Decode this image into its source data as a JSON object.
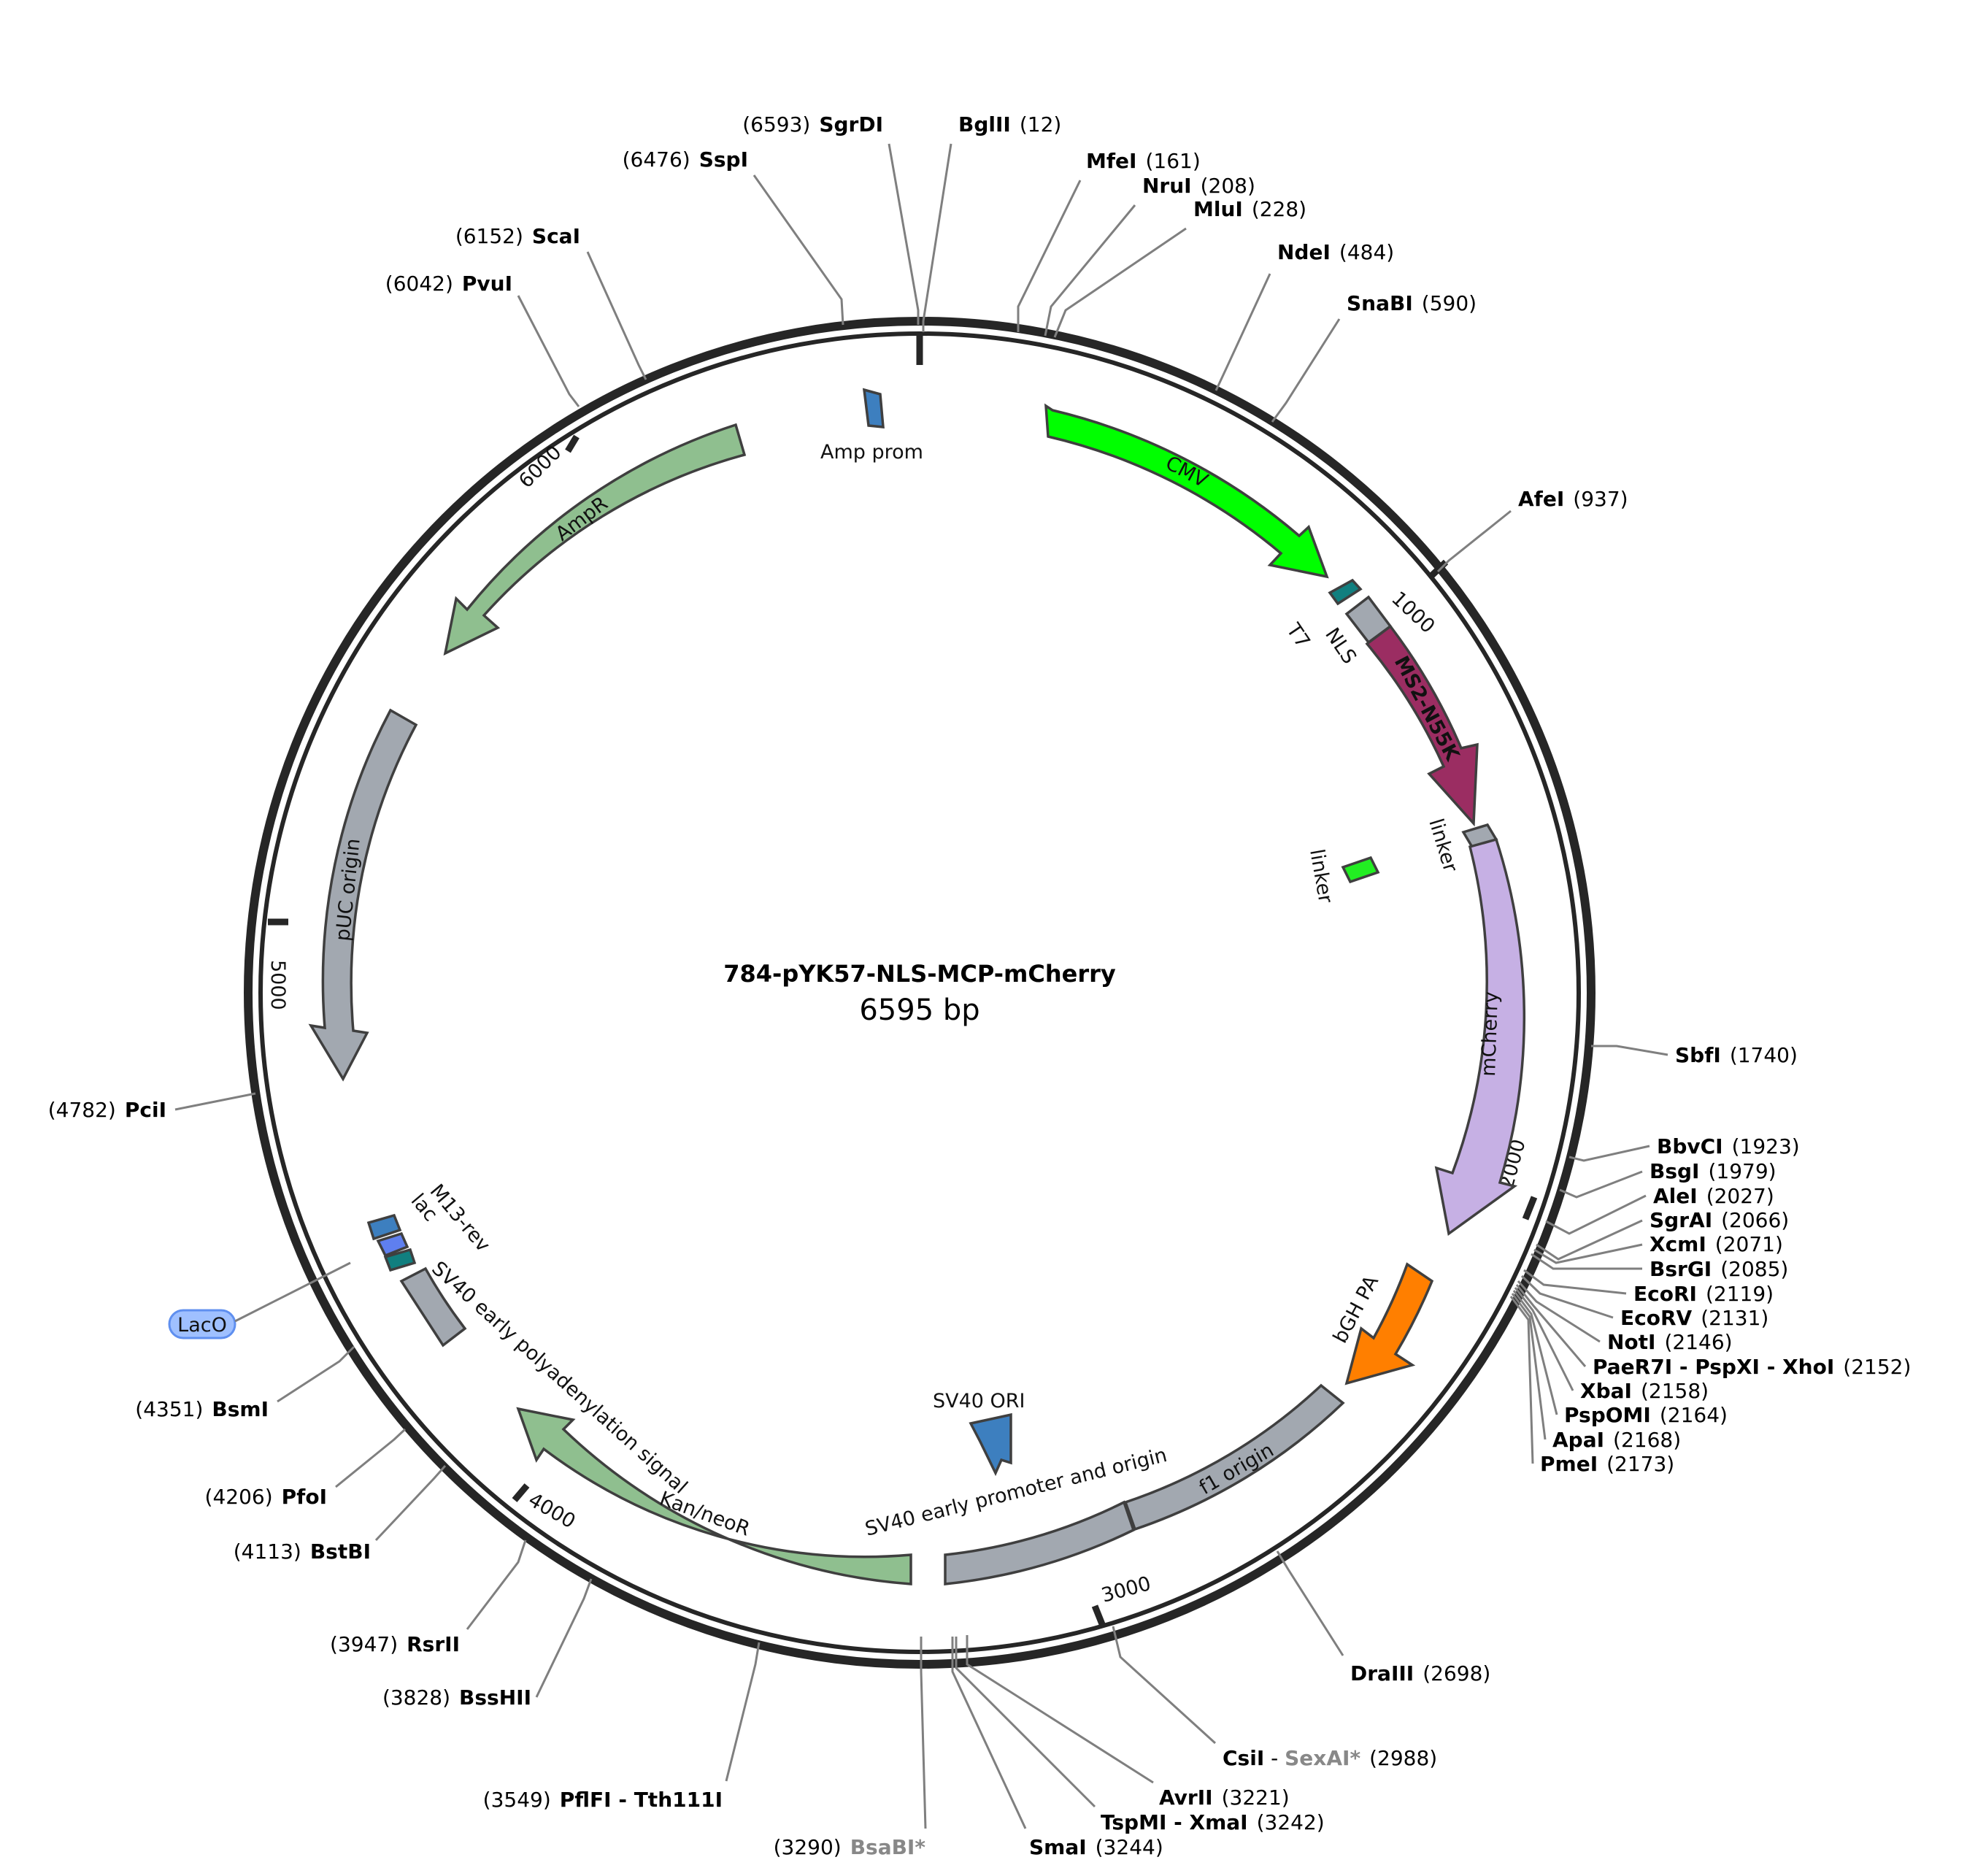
{
  "plasmid": {
    "name": "784-pYK57-NLS-MCP-mCherry",
    "length_label": "6595 bp"
  },
  "ticks": [
    "1000",
    "2000",
    "3000",
    "4000",
    "5000",
    "6000"
  ],
  "features": [
    {
      "label": "CMV",
      "color": "#00ff00",
      "text_color": "#000000"
    },
    {
      "label": "T7",
      "color": "#117f7f",
      "text_color": "#000000"
    },
    {
      "label": "NLS",
      "color": "#a2a8b0",
      "text_color": "#000000"
    },
    {
      "label": "MS2-N55K",
      "color": "#9b2d62",
      "text_color": "#ffffff"
    },
    {
      "label": "linker",
      "color": "#a2a8b0",
      "text_color": "#000000"
    },
    {
      "label": "linker",
      "color": "#22ee22",
      "text_color": "#000000"
    },
    {
      "label": "mCherry",
      "color": "#c6b0e4",
      "text_color": "#000000"
    },
    {
      "label": "bGH PA",
      "color": "#ff7f00",
      "text_color": "#000000"
    },
    {
      "label": "f1 origin",
      "color": "#a2a8b0",
      "text_color": "#000000"
    },
    {
      "label": "SV40 early promoter and origin",
      "color": "#a2a8b0",
      "text_color": "#000000"
    },
    {
      "label": "SV40 ORI",
      "color": "#3d7fbf",
      "text_color": "#000000"
    },
    {
      "label": "Kan/neoR",
      "color": "#8fbf8f",
      "text_color": "#000000"
    },
    {
      "label": "SV40 early polyadenylation signal",
      "color": "#a2a8b0",
      "text_color": "#000000"
    },
    {
      "label": "M13-rev",
      "color": "#3d7fbf",
      "text_color": "#000000"
    },
    {
      "label": "lac",
      "color": "#5f7fef",
      "text_color": "#000000"
    },
    {
      "label": "LacO",
      "color": "#9fc0ff",
      "text_color": "#000000"
    },
    {
      "label": "pUC origin",
      "color": "#a2a8b0",
      "text_color": "#000000"
    },
    {
      "label": "AmpR",
      "color": "#8fbf8f",
      "text_color": "#000000"
    },
    {
      "label": "Amp prom",
      "color": "#3d7fbf",
      "text_color": "#000000"
    }
  ],
  "sites": [
    {
      "name": "BglII",
      "pos": "(12)"
    },
    {
      "name": "MfeI",
      "pos": "(161)"
    },
    {
      "name": "NruI",
      "pos": "(208)"
    },
    {
      "name": "MluI",
      "pos": "(228)"
    },
    {
      "name": "NdeI",
      "pos": "(484)"
    },
    {
      "name": "SnaBI",
      "pos": "(590)"
    },
    {
      "name": "AfeI",
      "pos": "(937)"
    },
    {
      "name": "SbfI",
      "pos": "(1740)"
    },
    {
      "name": "BbvCI",
      "pos": "(1923)"
    },
    {
      "name": "BsgI",
      "pos": "(1979)"
    },
    {
      "name": "AleI",
      "pos": "(2027)"
    },
    {
      "name": "SgrAI",
      "pos": "(2066)"
    },
    {
      "name": "XcmI",
      "pos": "(2071)"
    },
    {
      "name": "BsrGI",
      "pos": "(2085)"
    },
    {
      "name": "EcoRI",
      "pos": "(2119)"
    },
    {
      "name": "EcoRV",
      "pos": "(2131)"
    },
    {
      "name": "NotI",
      "pos": "(2146)"
    },
    {
      "name": "PaeR7I - PspXI - XhoI",
      "pos": "(2152)"
    },
    {
      "name": "XbaI",
      "pos": "(2158)"
    },
    {
      "name": "PspOMI",
      "pos": "(2164)"
    },
    {
      "name": "ApaI",
      "pos": "(2168)"
    },
    {
      "name": "PmeI",
      "pos": "(2173)"
    },
    {
      "name": "DraIII",
      "pos": "(2698)"
    },
    {
      "name": "CsiI",
      "name2": "SexAI*",
      "pos": "(2988)"
    },
    {
      "name": "AvrII",
      "pos": "(3221)"
    },
    {
      "name": "TspMI - XmaI",
      "pos": "(3242)"
    },
    {
      "name": "SmaI",
      "pos": "(3244)"
    },
    {
      "name": "BsaBI*",
      "pos": "(3290)"
    },
    {
      "name": "PflFI - Tth111I",
      "pos": "(3549)"
    },
    {
      "name": "BssHII",
      "pos": "(3828)"
    },
    {
      "name": "RsrII",
      "pos": "(3947)"
    },
    {
      "name": "BstBI",
      "pos": "(4113)"
    },
    {
      "name": "PfoI",
      "pos": "(4206)"
    },
    {
      "name": "BsmI",
      "pos": "(4351)"
    },
    {
      "name": "PciI",
      "pos": "(4782)"
    },
    {
      "name": "PvuI",
      "pos": "(6042)"
    },
    {
      "name": "ScaI",
      "pos": "(6152)"
    },
    {
      "name": "SspI",
      "pos": "(6476)"
    },
    {
      "name": "SgrDI",
      "pos": "(6593)"
    }
  ]
}
